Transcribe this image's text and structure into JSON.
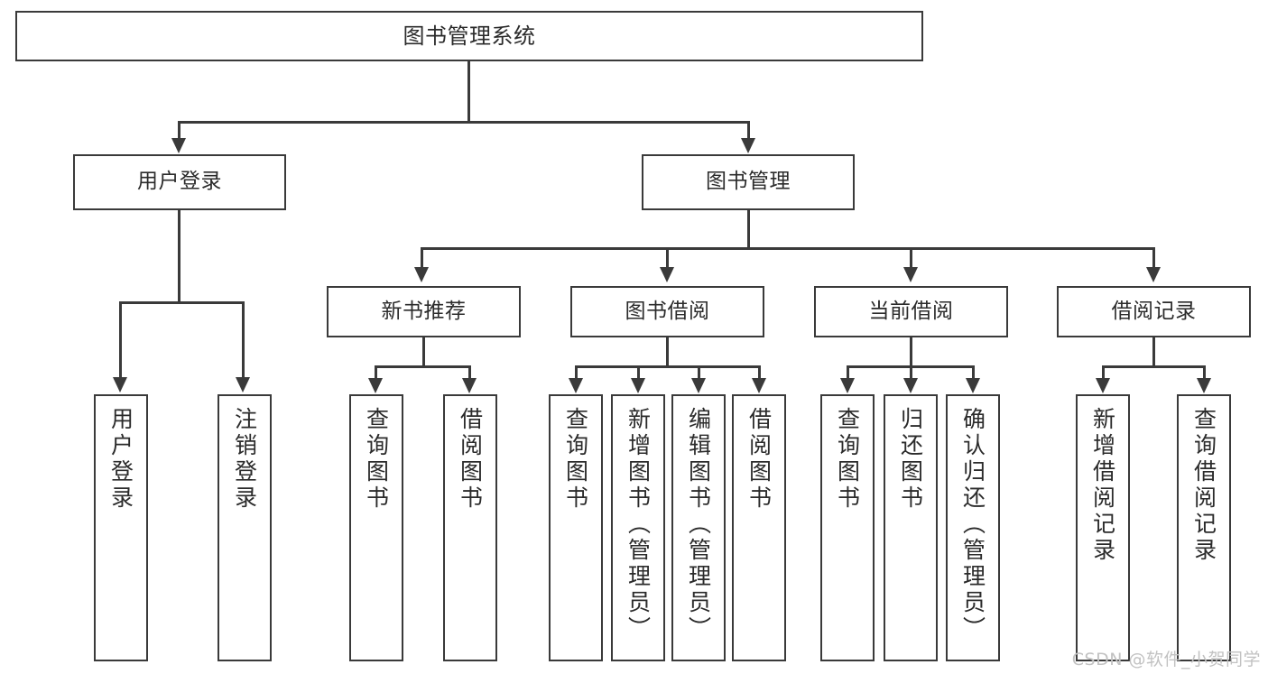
{
  "diagram": {
    "type": "tree-hierarchy",
    "title": "图书管理系统",
    "root": {
      "label": "图书管理系统"
    },
    "level2": [
      {
        "label": "用户登录"
      },
      {
        "label": "图书管理"
      }
    ],
    "level3": [
      {
        "label": "新书推荐"
      },
      {
        "label": "图书借阅"
      },
      {
        "label": "当前借阅"
      },
      {
        "label": "借阅记录"
      }
    ],
    "leaves": {
      "user_login": [
        {
          "label": "用户登录"
        },
        {
          "label": "注销登录"
        }
      ],
      "new_book_recommend": [
        {
          "label": "查询图书"
        },
        {
          "label": "借阅图书"
        }
      ],
      "book_borrow": [
        {
          "label": "查询图书"
        },
        {
          "label": "新增图书（管理员）"
        },
        {
          "label": "编辑图书（管理员）"
        },
        {
          "label": "借阅图书"
        }
      ],
      "current_borrow": [
        {
          "label": "查询图书"
        },
        {
          "label": "归还图书"
        },
        {
          "label": "确认归还（管理员）"
        }
      ],
      "borrow_records": [
        {
          "label": "新增借阅记录"
        },
        {
          "label": "查询借阅记录"
        }
      ]
    }
  },
  "watermark": {
    "text": "CSDN @软件_小贺同学"
  },
  "colors": {
    "stroke": "#3a3a3a",
    "text": "#2b2b2b",
    "background": "#ffffff",
    "watermark": "#c2c2c2"
  }
}
